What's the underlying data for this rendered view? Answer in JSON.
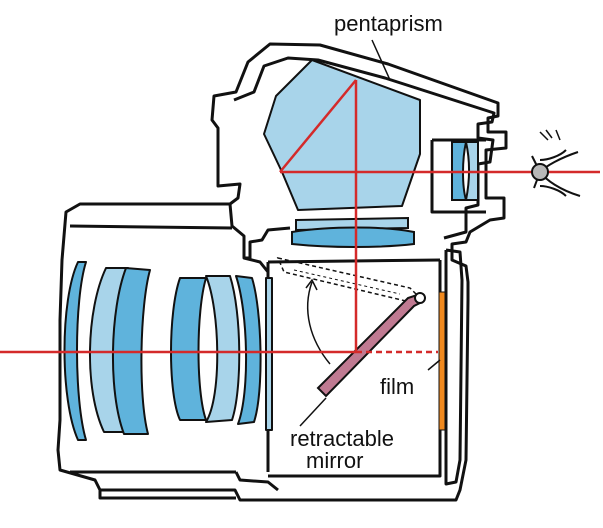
{
  "labels": {
    "pentaprism": "pentaprism",
    "film": "film",
    "retractable": "retractable",
    "mirror": "mirror"
  },
  "colors": {
    "outline": "#111111",
    "glass_light": "#a8d4ea",
    "glass_mid": "#5fb3dc",
    "ray": "#d42a2a",
    "film": "#f0891e",
    "mirror": "#c07a92"
  },
  "icons": {
    "eye": "eye-icon"
  }
}
